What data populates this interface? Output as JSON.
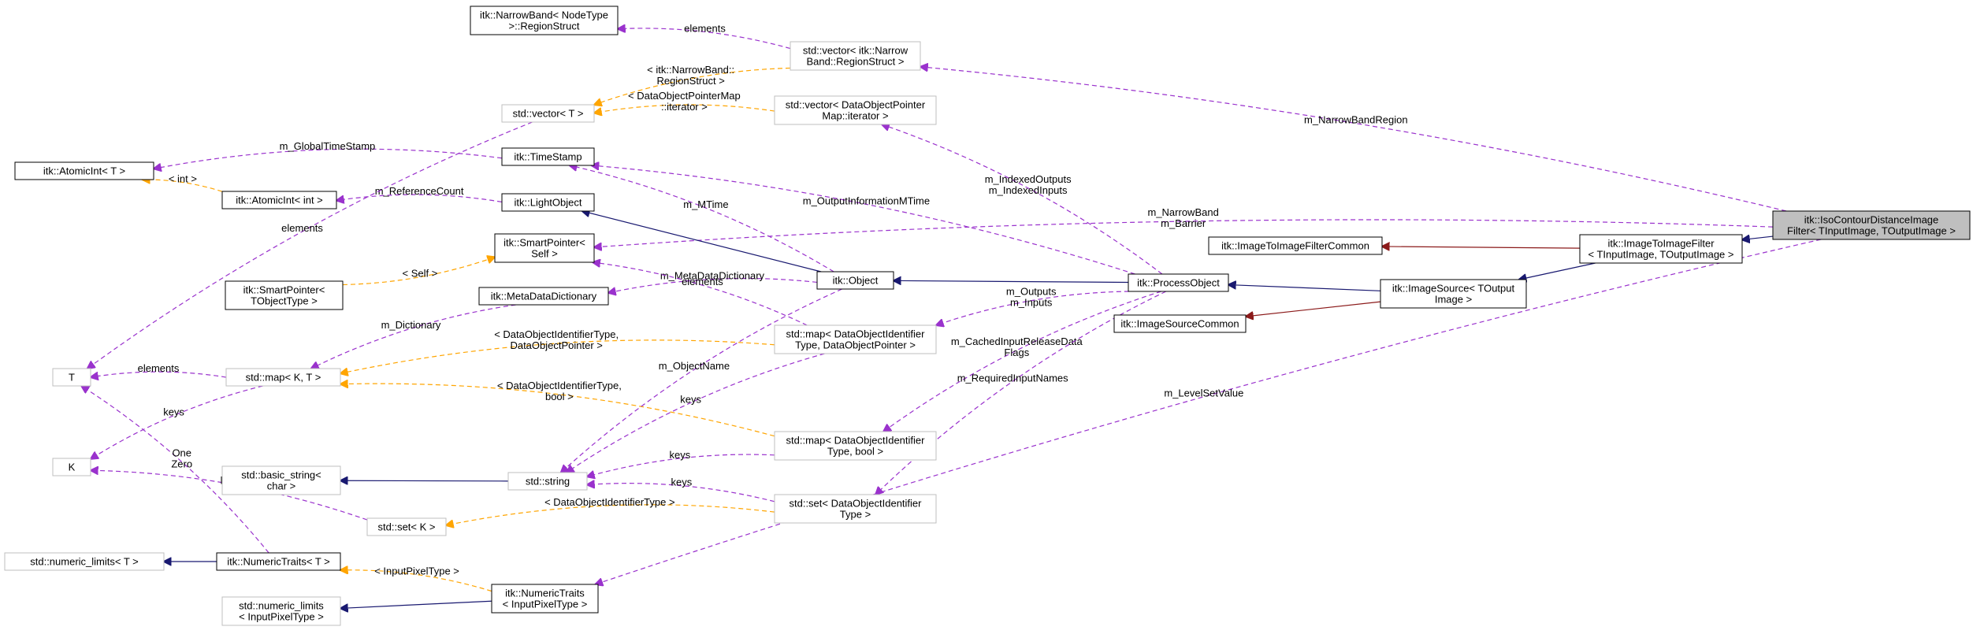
{
  "colors": {
    "inherit": "#191970",
    "usage": "#9a32cd",
    "template": "#ffa500",
    "private": "#8b1a1a"
  },
  "nodes": [
    {
      "id": "rs",
      "lines": [
        "itk::NarrowBand< NodeType",
        ">::RegionStruct"
      ],
      "style": "solid"
    },
    {
      "id": "vrs",
      "lines": [
        "std::vector< itk::Narrow",
        "Band::RegionStruct >"
      ],
      "style": "ghost"
    },
    {
      "id": "vt",
      "lines": [
        "std::vector< T >"
      ],
      "style": "ghost"
    },
    {
      "id": "vdo",
      "lines": [
        "std::vector< DataObjectPointer",
        "Map::iterator >"
      ],
      "style": "ghost"
    },
    {
      "id": "ait",
      "lines": [
        "itk::AtomicInt< T >"
      ],
      "style": "solid"
    },
    {
      "id": "ts",
      "lines": [
        "itk::TimeStamp"
      ],
      "style": "solid"
    },
    {
      "id": "aii",
      "lines": [
        "itk::AtomicInt< int >"
      ],
      "style": "solid"
    },
    {
      "id": "lo",
      "lines": [
        "itk::LightObject"
      ],
      "style": "solid"
    },
    {
      "id": "spself",
      "lines": [
        "itk::SmartPointer<",
        "Self >"
      ],
      "style": "solid"
    },
    {
      "id": "obj",
      "lines": [
        "itk::Object"
      ],
      "style": "solid"
    },
    {
      "id": "po",
      "lines": [
        "itk::ProcessObject"
      ],
      "style": "solid"
    },
    {
      "id": "spobj",
      "lines": [
        "itk::SmartPointer<",
        "TObjectType >"
      ],
      "style": "solid"
    },
    {
      "id": "mdd",
      "lines": [
        "itk::MetaDataDictionary"
      ],
      "style": "solid"
    },
    {
      "id": "T",
      "lines": [
        "T"
      ],
      "style": "ghost"
    },
    {
      "id": "mapkt",
      "lines": [
        "std::map< K, T >"
      ],
      "style": "ghost"
    },
    {
      "id": "mapdop",
      "lines": [
        "std::map< DataObjectIdentifier",
        "Type, DataObjectPointer >"
      ],
      "style": "ghost"
    },
    {
      "id": "K",
      "lines": [
        "K"
      ],
      "style": "ghost"
    },
    {
      "id": "bs",
      "lines": [
        "std::basic_string<",
        "char >"
      ],
      "style": "ghost"
    },
    {
      "id": "str",
      "lines": [
        "std::string"
      ],
      "style": "ghost"
    },
    {
      "id": "mapbool",
      "lines": [
        "std::map< DataObjectIdentifier",
        "Type, bool >"
      ],
      "style": "ghost"
    },
    {
      "id": "setk",
      "lines": [
        "std::set< K >"
      ],
      "style": "ghost"
    },
    {
      "id": "setdo",
      "lines": [
        "std::set< DataObjectIdentifier",
        "Type >"
      ],
      "style": "ghost"
    },
    {
      "id": "nlt",
      "lines": [
        "std::numeric_limits< T >"
      ],
      "style": "ghost"
    },
    {
      "id": "ntt",
      "lines": [
        "itk::NumericTraits< T >"
      ],
      "style": "solid"
    },
    {
      "id": "nlip",
      "lines": [
        "std::numeric_limits",
        "< InputPixelType >"
      ],
      "style": "ghost"
    },
    {
      "id": "ntip",
      "lines": [
        "itk::NumericTraits",
        "< InputPixelType >"
      ],
      "style": "solid"
    },
    {
      "id": "isrc",
      "lines": [
        "itk::ImageSource< TOutput",
        "Image >"
      ],
      "style": "solid"
    },
    {
      "id": "isc",
      "lines": [
        "itk::ImageSourceCommon"
      ],
      "style": "solid"
    },
    {
      "id": "itifc",
      "lines": [
        "itk::ImageToImageFilterCommon"
      ],
      "style": "solid"
    },
    {
      "id": "itif",
      "lines": [
        "itk::ImageToImageFilter",
        "< TInputImage, TOutputImage >"
      ],
      "style": "solid"
    },
    {
      "id": "iso",
      "lines": [
        "itk::IsoContourDistanceImage",
        "Filter< TInputImage, TOutputImage >"
      ],
      "style": "focus"
    }
  ],
  "edges": [
    {
      "from": "vrs",
      "to": "rs",
      "kind": "usage",
      "label": [
        "elements"
      ]
    },
    {
      "from": "iso",
      "to": "vrs",
      "kind": "usage",
      "label": [
        "m_NarrowBandRegion"
      ]
    },
    {
      "from": "vrs",
      "to": "vt",
      "kind": "template",
      "label": [
        "< itk::NarrowBand::",
        "RegionStruct >"
      ]
    },
    {
      "from": "vdo",
      "to": "vt",
      "kind": "template",
      "label": [
        "< DataObjectPointerMap",
        "::iterator >"
      ]
    },
    {
      "from": "po",
      "to": "vdo",
      "kind": "usage",
      "label": [
        "m_IndexedOutputs",
        "m_IndexedInputs"
      ]
    },
    {
      "from": "ts",
      "to": "ait",
      "kind": "usage",
      "label": [
        "m_GlobalTimeStamp"
      ]
    },
    {
      "from": "aii",
      "to": "ait",
      "kind": "template",
      "label": [
        "< int >"
      ]
    },
    {
      "from": "lo",
      "to": "aii",
      "kind": "usage",
      "label": [
        "m_ReferenceCount"
      ]
    },
    {
      "from": "po",
      "to": "ts",
      "kind": "usage",
      "label": [
        "m_OutputInformationMTime"
      ]
    },
    {
      "from": "obj",
      "to": "ts",
      "kind": "usage",
      "label": [
        "m_MTime"
      ]
    },
    {
      "from": "iso",
      "to": "spself",
      "kind": "usage",
      "label": [
        "m_NarrowBand",
        "m_Barrier"
      ]
    },
    {
      "from": "obj",
      "to": "lo",
      "kind": "inherit",
      "label": []
    },
    {
      "from": "spobj",
      "to": "spself",
      "kind": "template",
      "label": [
        "< Self >"
      ]
    },
    {
      "from": "po",
      "to": "obj",
      "kind": "inherit",
      "label": []
    },
    {
      "from": "obj",
      "to": "mdd",
      "kind": "usage",
      "label": [
        "m_MetaDataDictionary"
      ]
    },
    {
      "from": "mapdop",
      "to": "spself",
      "kind": "usage",
      "label": [
        "elements"
      ]
    },
    {
      "from": "vt",
      "to": "T",
      "kind": "usage",
      "label": [
        "elements"
      ]
    },
    {
      "from": "isrc",
      "to": "po",
      "kind": "inherit",
      "label": []
    },
    {
      "from": "itif",
      "to": "isrc",
      "kind": "inherit",
      "label": []
    },
    {
      "from": "iso",
      "to": "itif",
      "kind": "inherit",
      "label": []
    },
    {
      "from": "itif",
      "to": "itifc",
      "kind": "private",
      "label": []
    },
    {
      "from": "isrc",
      "to": "isc",
      "kind": "private",
      "label": []
    },
    {
      "from": "po",
      "to": "mapdop",
      "kind": "usage",
      "label": [
        "m_Outputs",
        "m_Inputs"
      ]
    },
    {
      "from": "mdd",
      "to": "mapkt",
      "kind": "usage",
      "label": [
        "m_Dictionary"
      ]
    },
    {
      "from": "mapkt",
      "to": "T",
      "kind": "usage",
      "label": [
        "elements"
      ]
    },
    {
      "from": "mapdop",
      "to": "mapkt",
      "kind": "template",
      "label": [
        "< DataObjectIdentifierType,",
        "DataObjectPointer >"
      ]
    },
    {
      "from": "mapbool",
      "to": "mapkt",
      "kind": "template",
      "label": [
        "< DataObjectIdentifierType,",
        "bool >"
      ]
    },
    {
      "from": "mapkt",
      "to": "K",
      "kind": "usage",
      "label": [
        "keys"
      ]
    },
    {
      "from": "obj",
      "to": "str",
      "kind": "usage",
      "label": [
        "m_ObjectName"
      ]
    },
    {
      "from": "mapdop",
      "to": "str",
      "kind": "usage",
      "label": [
        "keys"
      ]
    },
    {
      "from": "mapbool",
      "to": "str",
      "kind": "usage",
      "label": [
        "keys"
      ]
    },
    {
      "from": "setdo",
      "to": "str",
      "kind": "usage",
      "label": [
        "keys"
      ]
    },
    {
      "from": "str",
      "to": "bs",
      "kind": "inherit",
      "label": []
    },
    {
      "from": "po",
      "to": "mapbool",
      "kind": "usage",
      "label": [
        "m_CachedInputReleaseData",
        "Flags"
      ]
    },
    {
      "from": "po",
      "to": "setdo",
      "kind": "usage",
      "label": [
        "m_RequiredInputNames"
      ]
    },
    {
      "from": "setdo",
      "to": "setk",
      "kind": "template",
      "label": [
        "< DataObjectIdentifierType >"
      ]
    },
    {
      "from": "setk",
      "to": "K",
      "kind": "usage",
      "label": [
        "keys"
      ]
    },
    {
      "from": "ntt",
      "to": "T",
      "kind": "usage",
      "label": [
        "One",
        "Zero"
      ]
    },
    {
      "from": "ntt",
      "to": "nlt",
      "kind": "inherit",
      "label": []
    },
    {
      "from": "ntip",
      "to": "ntt",
      "kind": "template",
      "label": [
        "< InputPixelType >"
      ]
    },
    {
      "from": "iso",
      "to": "ntip",
      "kind": "usage",
      "label": [
        "m_LevelSetValue"
      ]
    },
    {
      "from": "ntip",
      "to": "nlip",
      "kind": "inherit",
      "label": []
    }
  ]
}
